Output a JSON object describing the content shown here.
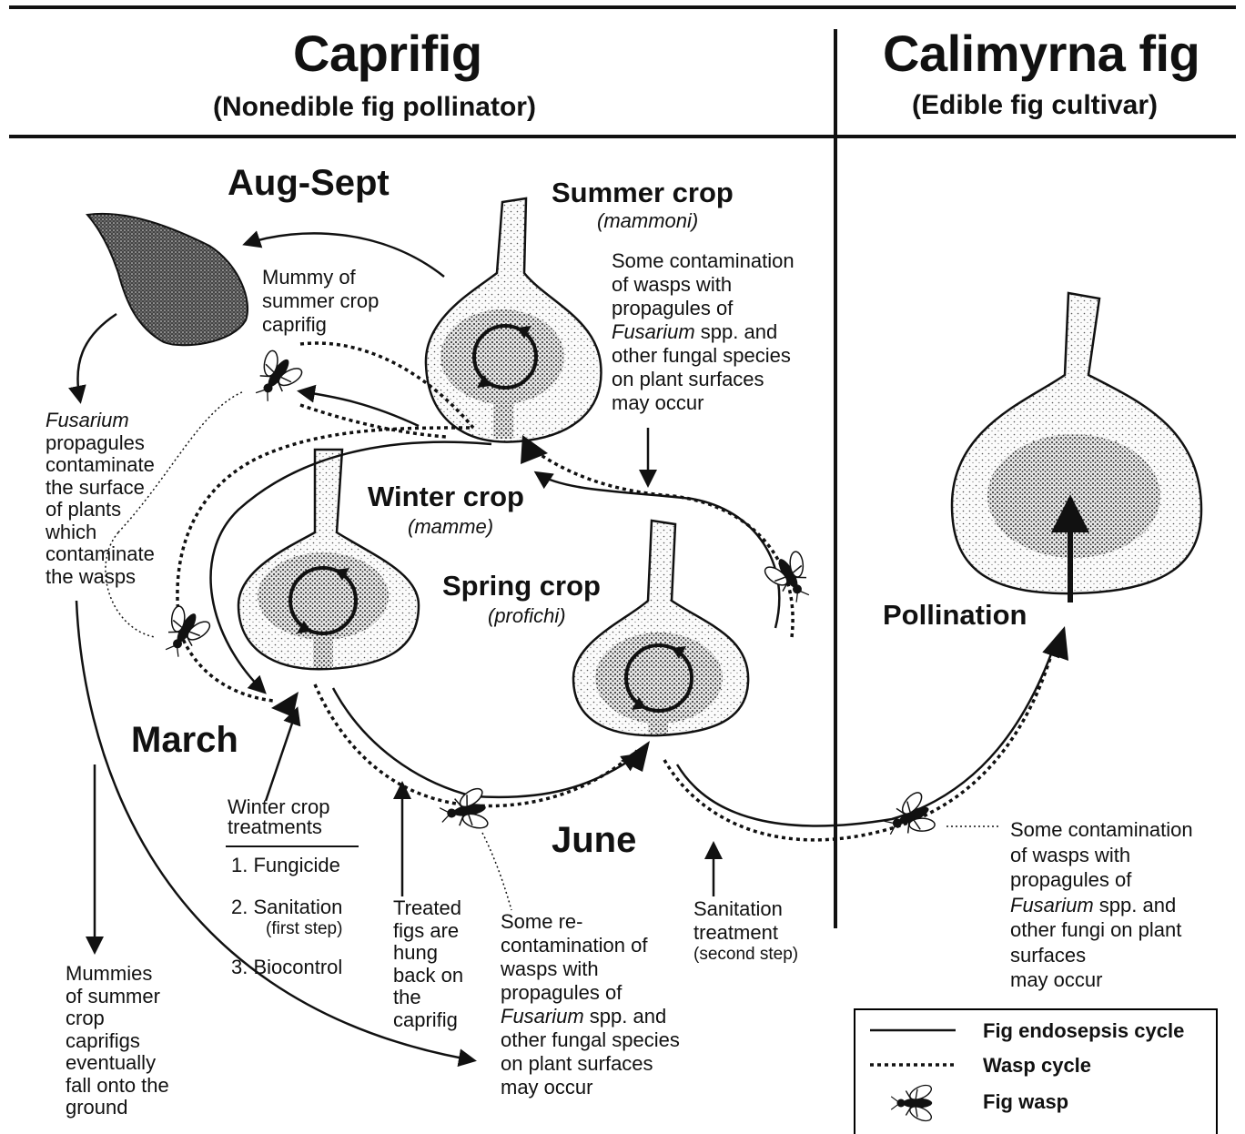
{
  "headers": {
    "caprifig_title": "Caprifig",
    "caprifig_subtitle": "(Nonedible fig pollinator)",
    "calimyrna_title": "Calimyrna fig",
    "calimyrna_subtitle": "(Edible fig cultivar)"
  },
  "seasons": {
    "aug_sept": "Aug-Sept",
    "march": "March",
    "june": "June"
  },
  "crops": {
    "summer": {
      "name": "Summer crop",
      "local": "(mammoni)"
    },
    "winter": {
      "name": "Winter crop",
      "local": "(mamme)"
    },
    "spring": {
      "name": "Spring crop",
      "local": "(profichi)"
    }
  },
  "pollination": "Pollination",
  "notes": {
    "mummy": [
      "Mummy of",
      "summer crop",
      "caprifig"
    ],
    "summer_contamination": [
      "Some contamination",
      "of wasps with",
      "propagules of",
      "Fusarium spp. and",
      "other fungal species",
      "on plant surfaces",
      "may occur"
    ],
    "fusarium_propagules": [
      "Fusarium",
      "propagules",
      "contaminate",
      "the surface",
      "of plants",
      "which",
      "contaminate",
      "the wasps"
    ],
    "winter_treatments_title": [
      "Winter crop",
      "treatments"
    ],
    "treatment_1": "1. Fungicide",
    "treatment_2": "2. Sanitation",
    "treatment_2_detail": "(first step)",
    "treatment_3": "3. Biocontrol",
    "treated_figs": [
      "Treated",
      "figs are",
      "hung",
      "back on",
      "the",
      "caprifig"
    ],
    "recontamination": [
      "Some re-",
      "contamination of",
      "wasps with",
      "propagules of",
      "Fusarium spp. and",
      "other fungal species",
      "on plant surfaces",
      "may occur"
    ],
    "sanitation_treatment": [
      "Sanitation",
      "treatment"
    ],
    "sanitation_detail": "(second step)",
    "mummies_fall": [
      "Mummies",
      "of summer",
      "crop",
      "caprifigs",
      "eventually",
      "fall onto the",
      "ground"
    ],
    "calimyrna_contamination": [
      "Some contamination",
      "of wasps with",
      "propagules of",
      "Fusarium spp. and",
      "other fungi on plant",
      "surfaces",
      "may occur"
    ]
  },
  "legend": {
    "endosepsis": "Fig endosepsis cycle",
    "wasp_cycle": "Wasp cycle",
    "fig_wasp": "Fig wasp"
  }
}
